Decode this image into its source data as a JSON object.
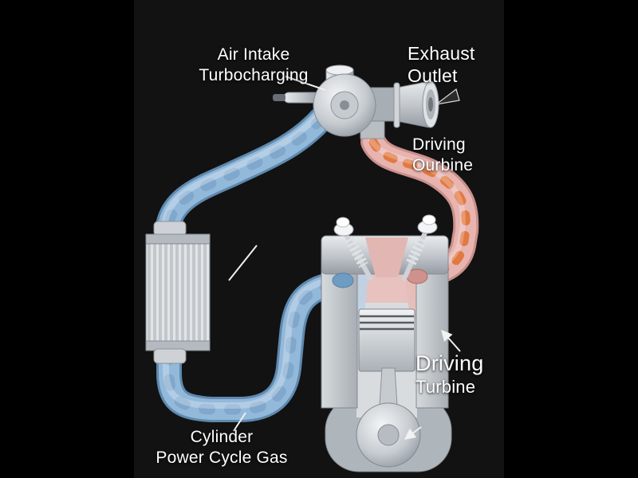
{
  "labels": {
    "air_intake": {
      "line1": "Air Intake",
      "line2": "Turbocharging"
    },
    "exhaust_outlet": {
      "line1": "Exhaust",
      "line2": "Outlet"
    },
    "driving_ourbine": {
      "line1": "Driving",
      "line2": "Ourbine"
    },
    "driving_turbine": {
      "line1": "Driving",
      "line2": "Turbine"
    },
    "cylinder_power_cycle": {
      "line1": "Cylinder",
      "line2": "Power Cycle Gas"
    }
  },
  "colors": {
    "background": "#000000",
    "panel": "#121212",
    "label_text": "#ffffff",
    "cold_pipe": "#93b9da",
    "cold_pipe_edge": "#5f89ae",
    "cold_pipe_dots": "#6d96bd",
    "hot_pipe": "#e8b4b0",
    "hot_pipe_edge": "#c9908b",
    "hot_gas_dots": "#e0763c",
    "metal": "#c3c8cd"
  }
}
